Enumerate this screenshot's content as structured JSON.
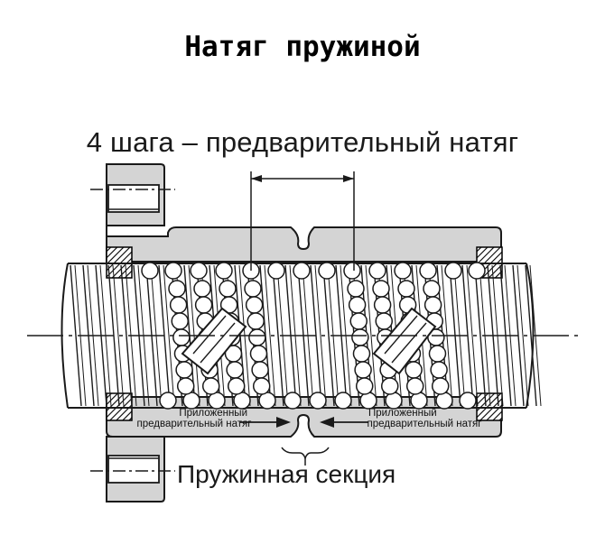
{
  "title": "Натяг пружиной",
  "subtitle": "4 шага – предварительный натяг",
  "labels": {
    "left_line1": "Приложенный",
    "left_line2": "предварительный натяг",
    "right_line1": "Приложенный",
    "right_line2": "предварительный натяг",
    "spring_section": "Пружинная секция"
  },
  "colors": {
    "nut_fill": "#d4d4d4",
    "outline": "#1a1a1a",
    "hatch": "#000000",
    "background": "#ffffff"
  }
}
